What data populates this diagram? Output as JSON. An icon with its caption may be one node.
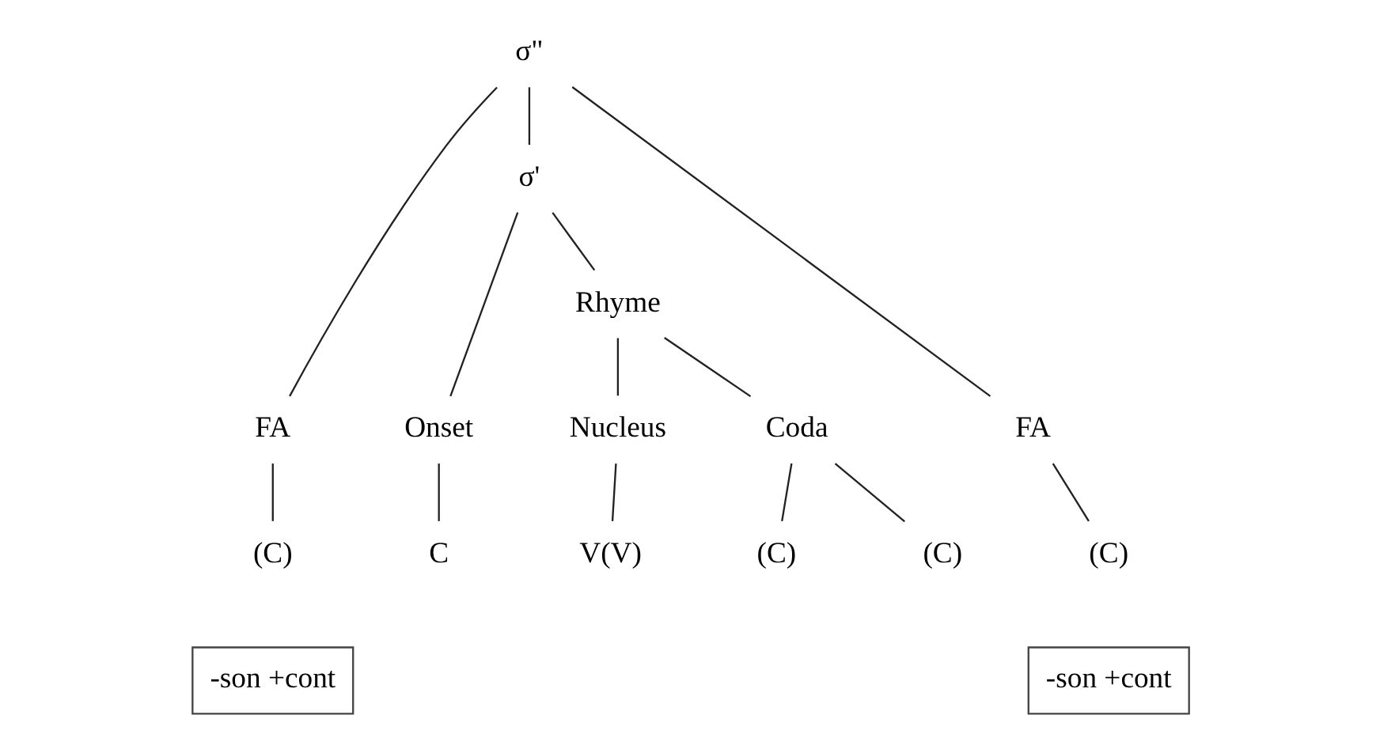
{
  "diagram": {
    "nodes": [
      {
        "text": [
          "σ\""
        ]
      },
      {
        "text": [
          "σ'"
        ]
      },
      {
        "text": [
          "FA"
        ]
      },
      {
        "text": [
          "Onset"
        ]
      },
      {
        "text": [
          "Rhyme"
        ]
      },
      {
        "text": [
          "Nucleus"
        ]
      },
      {
        "text": [
          "Coda"
        ]
      },
      {
        "text": [
          "FA"
        ]
      },
      {
        "text": [
          "(C)"
        ]
      },
      {
        "text": [
          "C"
        ]
      },
      {
        "text": [
          "V(V)"
        ]
      },
      {
        "text": [
          "(C)"
        ]
      },
      {
        "text": [
          "(C)"
        ]
      },
      {
        "text": [
          "(C)"
        ]
      },
      {
        "text": [
          "-son +cont"
        ]
      },
      {
        "text": [
          "-son +cont"
        ]
      }
    ],
    "edges": [
      {
        "from": 0,
        "to": 2,
        "arrow": "none"
      },
      {
        "from": 0,
        "to": 1,
        "arrow": "none"
      },
      {
        "from": 0,
        "to": 7,
        "arrow": "none"
      },
      {
        "from": 1,
        "to": 3,
        "arrow": "none"
      },
      {
        "from": 1,
        "to": 4,
        "arrow": "none"
      },
      {
        "from": 4,
        "to": 5,
        "arrow": "none"
      },
      {
        "from": 4,
        "to": 6,
        "arrow": "none"
      },
      {
        "from": 2,
        "to": 8,
        "arrow": "none"
      },
      {
        "from": 3,
        "to": 9,
        "arrow": "none"
      },
      {
        "from": 5,
        "to": 10,
        "arrow": "none"
      },
      {
        "from": 6,
        "to": 11,
        "arrow": "none"
      },
      {
        "from": 6,
        "to": 12,
        "arrow": "none"
      },
      {
        "from": 7,
        "to": 13,
        "arrow": "none"
      }
    ]
  }
}
